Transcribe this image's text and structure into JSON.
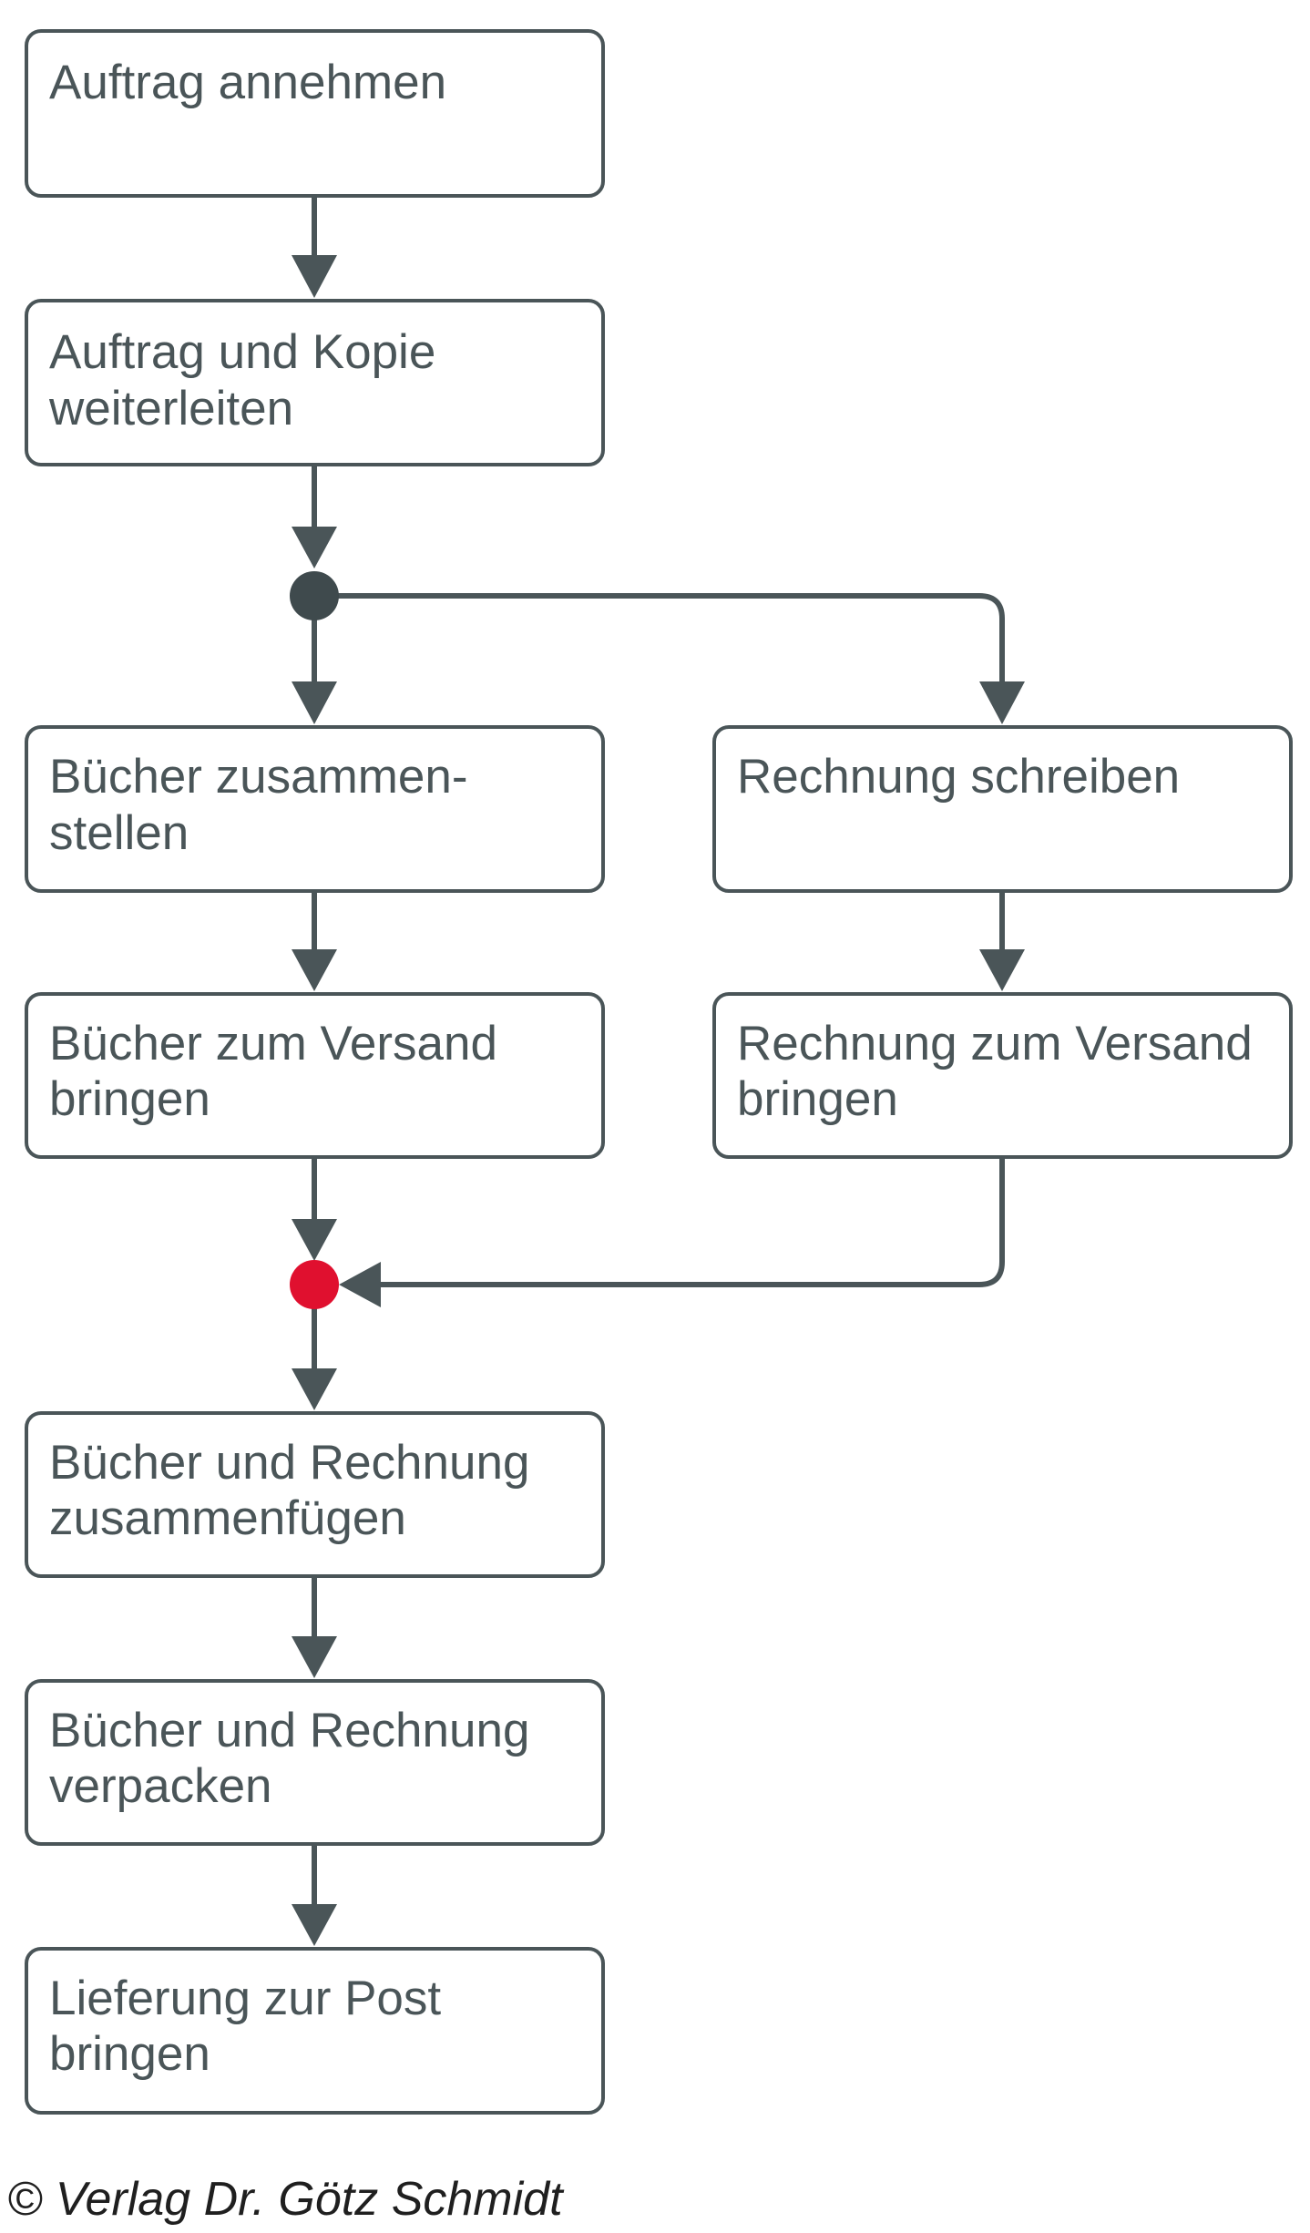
{
  "colors": {
    "line": "#4a5558",
    "box_stroke": "#4a5558",
    "text": "#4a5558",
    "fork_node": "#3f4a4d",
    "join_node": "#e0102f",
    "background": "#ffffff"
  },
  "boxes": {
    "auftrag_annehmen": {
      "lines": [
        "Auftrag annehmen"
      ]
    },
    "auftrag_kopie_weiterleiten": {
      "lines": [
        "Auftrag und Kopie",
        "weiterleiten"
      ]
    },
    "buecher_zusammenstellen": {
      "lines": [
        "Bücher zusammen-",
        "stellen"
      ]
    },
    "rechnung_schreiben": {
      "lines": [
        "Rechnung schreiben"
      ]
    },
    "buecher_zum_versand": {
      "lines": [
        "Bücher zum Versand",
        "bringen"
      ]
    },
    "rechnung_zum_versand": {
      "lines": [
        "Rechnung zum Versand",
        "bringen"
      ]
    },
    "buecher_rechnung_zusammenfuegen": {
      "lines": [
        "Bücher und Rechnung",
        "zusammenfügen"
      ]
    },
    "buecher_rechnung_verpacken": {
      "lines": [
        "Bücher und Rechnung",
        "verpacken"
      ]
    },
    "lieferung_zur_post": {
      "lines": [
        "Lieferung zur Post",
        "bringen"
      ]
    }
  },
  "nodes": {
    "fork": {
      "kind": "fork"
    },
    "join": {
      "kind": "join"
    }
  },
  "footer": {
    "copyright": "© Verlag Dr. Götz Schmidt"
  }
}
